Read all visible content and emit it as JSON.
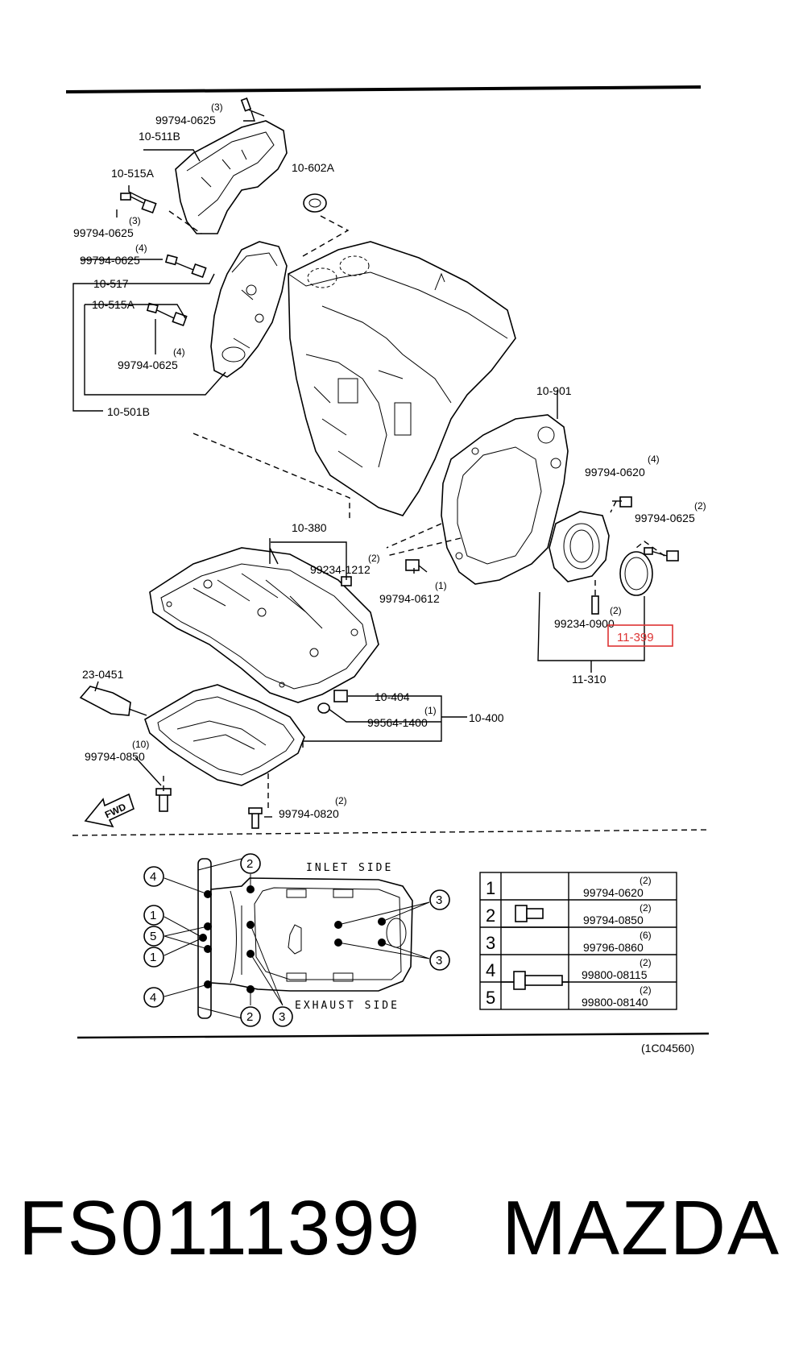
{
  "diagram": {
    "ref_code": "(1C04560)",
    "highlighted_part": "11-399",
    "labels": {
      "p_10_511B": "10-511B",
      "p_10_515A_top": "10-515A",
      "p_10_602A": "10-602A",
      "p_10_517": "10-517",
      "p_10_515A_mid": "10-515A",
      "p_10_501B": "10-501B",
      "p_10_901": "10-901",
      "p_10_380": "10-380",
      "p_99234_1212": "99234-1212",
      "p_99794_0612": "99794-0612",
      "p_99794_0620": "99794-0620",
      "p_99794_0625_right": "99794-0625",
      "p_99234_0900": "99234-0900",
      "p_11_310": "11-310",
      "p_23_0451": "23-0451",
      "p_10_404": "10-404",
      "p_99564_1400": "99564-1400",
      "p_10_400": "10-400",
      "p_99794_0850": "99794-0850",
      "p_99794_0820": "99794-0820",
      "p_99794_0625_a": "99794-0625",
      "p_99794_0625_b": "99794-0625",
      "p_99794_0625_c": "99794-0625",
      "p_99794_0625_d": "99794-0625"
    },
    "quantities": {
      "q_0625_a": "(3)",
      "q_0625_b": "(3)",
      "q_0625_c": "(4)",
      "q_0625_d": "(4)",
      "q_1212": "(2)",
      "q_0612": "(1)",
      "q_0620": "(4)",
      "q_0625_right": "(2)",
      "q_0900": "(2)",
      "q_1400": "(1)",
      "q_0850": "(10)",
      "q_0820": "(2)"
    },
    "fwd_label": "FWD",
    "bolt_layout": {
      "inlet_side": "INLET SIDE",
      "exhaust_side": "EXHAUST SIDE",
      "callouts": [
        "4",
        "1",
        "5",
        "1",
        "4",
        "2",
        "2",
        "3",
        "3",
        "3"
      ],
      "table": [
        {
          "num": "1",
          "qty": "(2)",
          "part": "99794-0620"
        },
        {
          "num": "2",
          "qty": "(2)",
          "part": "99794-0850"
        },
        {
          "num": "3",
          "qty": "(6)",
          "part": "99796-0860"
        },
        {
          "num": "4",
          "qty": "(2)",
          "part": "99800-08115"
        },
        {
          "num": "5",
          "qty": "(2)",
          "part": "99800-08140"
        }
      ]
    }
  },
  "caption": {
    "part_number": "FS0111399",
    "brand": "MAZDA"
  },
  "colors": {
    "highlight": "#dd3333",
    "line": "#000000",
    "background": "#ffffff"
  }
}
